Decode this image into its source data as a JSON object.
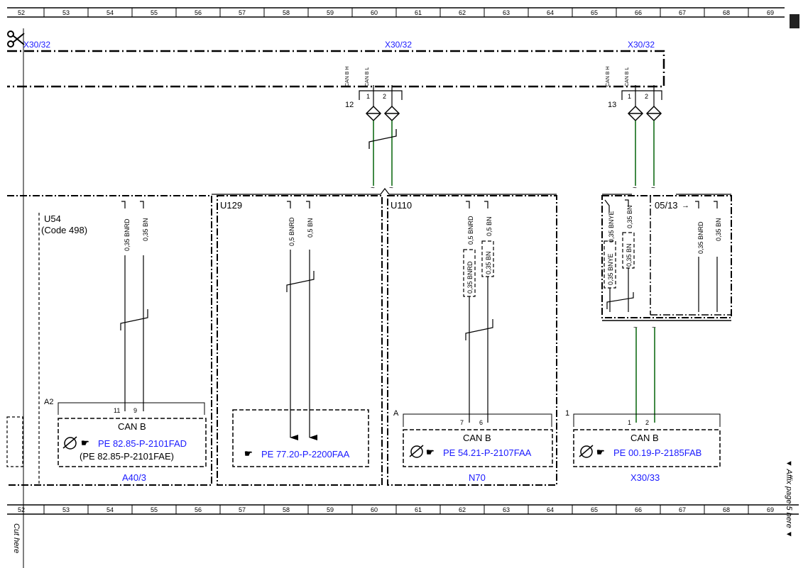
{
  "ruler": {
    "top": [
      "52",
      "53",
      "54",
      "55",
      "56",
      "57",
      "58",
      "59",
      "60",
      "61",
      "62",
      "63",
      "64",
      "65",
      "66",
      "67",
      "68",
      "69"
    ],
    "bottom": [
      "52",
      "53",
      "54",
      "55",
      "56",
      "57",
      "58",
      "59",
      "60",
      "61",
      "62",
      "63",
      "64",
      "65",
      "66",
      "67",
      "68",
      "69"
    ]
  },
  "margins": {
    "cut_here": "Cut here",
    "affix_page": "▼ Affix page 5 here ▼"
  },
  "connector": {
    "left_label": "X30/32",
    "mid_label": "X30/32",
    "right_label": "X30/32",
    "pin_h": "CAN B H",
    "pin_l": "CAN B L",
    "pin1": "1",
    "pin2": "2",
    "group_mid": "12",
    "group_right": "13"
  },
  "u54": {
    "title": "U54",
    "code": "(Code 498)",
    "wire1": "0,35 BNRD",
    "wire2": "0,35 BN",
    "area": "A2",
    "pin_a": "11",
    "pin_b": "9",
    "bus": "CAN B",
    "ref1": "PE 82.85-P-2101FAD",
    "ref2": "(PE 82.85-P-2101FAE)",
    "component": "A40/3"
  },
  "u129": {
    "title": "U129",
    "wire1": "0,5 BNRD",
    "wire2": "0,5 BN",
    "ref": "PE 77.20-P-2200FAA"
  },
  "u110": {
    "title": "U110",
    "wire1": "0,5 BNRD",
    "wire2": "0,5 BN",
    "wire1_box": "0,35 BNRD",
    "wire2_box": "0,35 BN",
    "area": "A",
    "pin_a": "7",
    "pin_b": "6",
    "bus": "CAN B",
    "ref": "PE 54.21-P-2107FAA",
    "component": "N70"
  },
  "right": {
    "wire1": "0,35 BNYE",
    "wire2": "0,35 BN",
    "wire1_box": "0,35 BNYE",
    "wire2_box": "0,35 BN",
    "sub": "05/13",
    "wire3": "0,35 BNRD",
    "wire4": "0,35 BN",
    "area": "1",
    "pin_a": "1",
    "pin_b": "2",
    "bus": "CAN B",
    "ref": "PE 00.19-P-2185FAB",
    "component": "X30/33"
  },
  "colors": {
    "ink": "#000000",
    "ref_blue": "#1a1aff",
    "wire_green": "#2e7d32"
  }
}
